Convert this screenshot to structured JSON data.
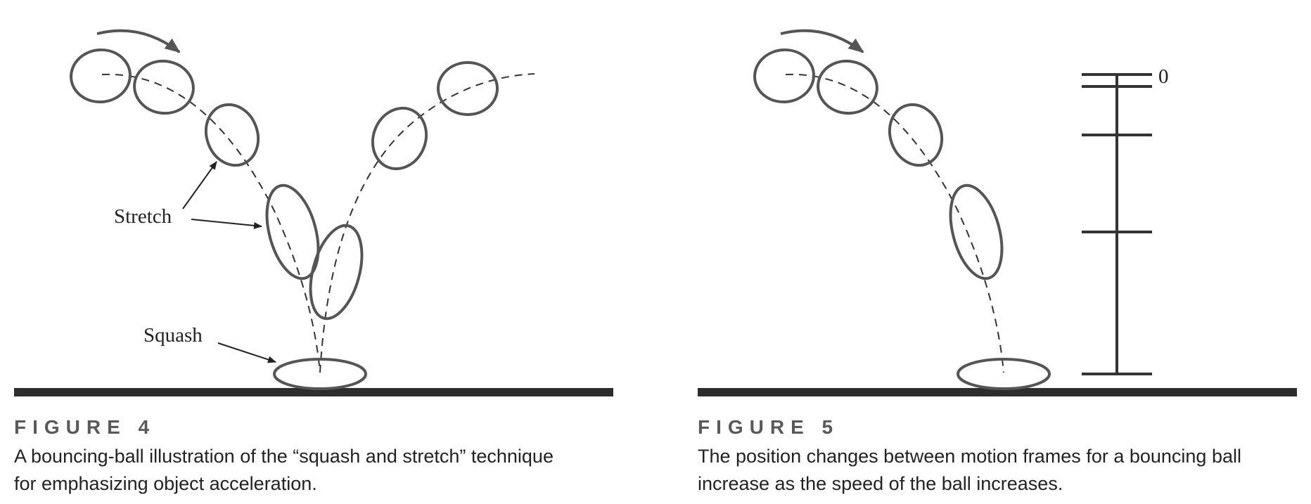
{
  "figure4": {
    "heading": "FIGURE 4",
    "caption_line1": "A bouncing-ball illustration of the “squash and stretch” technique",
    "caption_line2": "for emphasizing object acceleration.",
    "label_stretch": "Stretch",
    "label_squash": "Squash"
  },
  "figure5": {
    "heading": "FIGURE 5",
    "caption_line1": "The position changes between motion frames for a bouncing ball",
    "caption_line2": "increase as the speed of the ball increases.",
    "scale_top_label": "0"
  },
  "colors": {
    "ball_stroke": "#555555",
    "ground": "#2d2d2d",
    "heading_text": "#5a5a5a",
    "caption_text": "#222222"
  }
}
